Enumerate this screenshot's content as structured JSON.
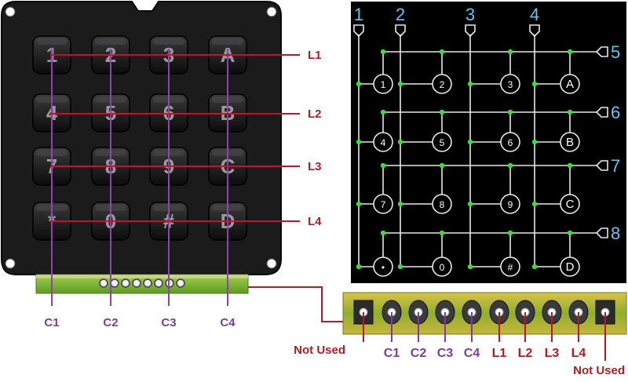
{
  "keypad": {
    "keys": [
      [
        "1",
        "2",
        "3",
        "A"
      ],
      [
        "4",
        "5",
        "6",
        "B"
      ],
      [
        "7",
        "8",
        "9",
        "C"
      ],
      [
        "*",
        "0",
        "#",
        "D"
      ]
    ],
    "row_labels": [
      "L1",
      "L2",
      "L3",
      "L4"
    ],
    "column_labels": [
      "C1",
      "C2",
      "C3",
      "C4"
    ]
  },
  "schematic": {
    "column_numbers": [
      "1",
      "2",
      "3",
      "4"
    ],
    "row_numbers": [
      "5",
      "6",
      "7",
      "8"
    ],
    "keys": [
      [
        "1",
        "2",
        "3",
        "A"
      ],
      [
        "4",
        "5",
        "6",
        "B"
      ],
      [
        "7",
        "8",
        "9",
        "C"
      ],
      [
        "•",
        "0",
        "#",
        "D"
      ]
    ]
  },
  "connector": {
    "pins": [
      "Not Used",
      "C1",
      "C2",
      "C3",
      "C4",
      "L1",
      "L2",
      "L3",
      "L4",
      "Not Used"
    ]
  },
  "colors": {
    "row_line": "#c8102e",
    "column_line": "#8e44ad",
    "row_label": "#b01e23",
    "column_label": "#7d3c98",
    "schematic_bg": "#000000",
    "schematic_wire": "#e8e8e8",
    "schematic_node": "#3ddc3d",
    "schematic_number": "#5ec8f0",
    "pcb_green": "#7fbf3a"
  }
}
